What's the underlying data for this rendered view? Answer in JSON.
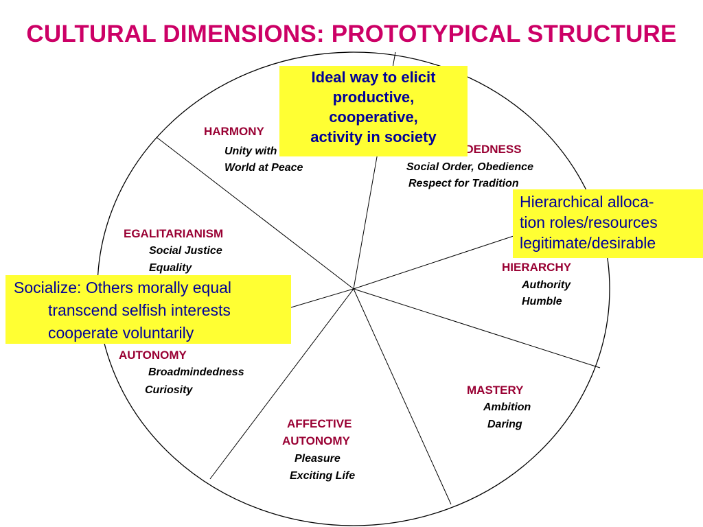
{
  "title": "CULTURAL DIMENSIONS: PROTOTYPICAL STRUCTURE",
  "segments": {
    "harmony": {
      "name": "HARMONY",
      "values": [
        "Unity with Nature",
        "World at Peace"
      ]
    },
    "embeddedness": {
      "name": "EMBEDDEDNESS",
      "values": [
        "Social Order, Obedience",
        "Respect for Tradition"
      ]
    },
    "egalitarianism": {
      "name": "EGALITARIANISM",
      "values": [
        "Social Justice",
        "Equality"
      ]
    },
    "hierarchy": {
      "name": "HIERARCHY",
      "values": [
        "Authority",
        "Humble"
      ]
    },
    "intellectual_autonomy": {
      "name": "AUTONOMY",
      "values": [
        "Broadmindedness",
        "Curiosity"
      ]
    },
    "mastery": {
      "name": "MASTERY",
      "values": [
        "Ambition",
        "Daring"
      ]
    },
    "affective_autonomy": {
      "name_line1": "AFFECTIVE",
      "name_line2": "AUTONOMY",
      "values": [
        "Pleasure",
        "Exciting Life"
      ]
    }
  },
  "callouts": {
    "top": [
      "Ideal way to elicit",
      "productive,",
      "cooperative,",
      "activity in society"
    ],
    "right": [
      "Hierarchical alloca-",
      "tion roles/resources",
      "legitimate/desirable"
    ],
    "left": [
      "Socialize: Others morally equal",
      "transcend selfish interests",
      "cooperate voluntarily"
    ]
  },
  "colors": {
    "title": "#cc0066",
    "segment_name": "#990033",
    "callout_bg": "#ffff33",
    "callout_text": "#000099"
  }
}
